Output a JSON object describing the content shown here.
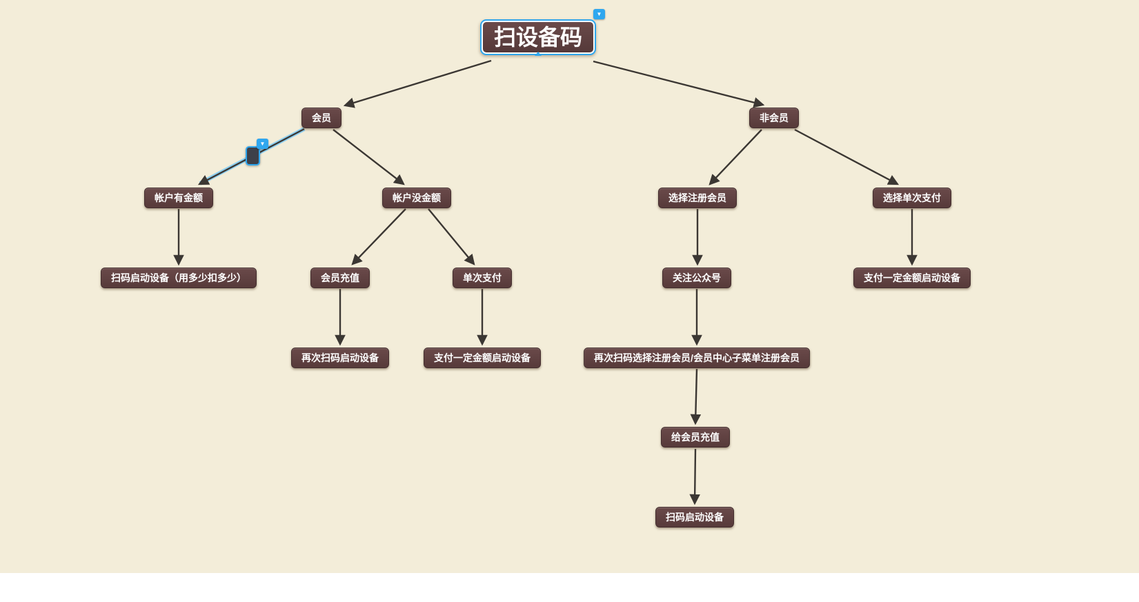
{
  "canvas": {
    "background_color": "#f3edd9",
    "node_fill_color": "#5d4040",
    "edge_color": "#3b3733",
    "selection_accent_color": "#2fa7ef"
  },
  "icons": {
    "collapse_chevron": "▼"
  },
  "nodes": {
    "root": {
      "label": "扫设备码"
    },
    "member": {
      "label": "会员"
    },
    "nonmember": {
      "label": "非会员"
    },
    "account_has": {
      "label": "帐户有金额"
    },
    "account_none": {
      "label": "帐户没金额"
    },
    "choose_register": {
      "label": "选择注册会员"
    },
    "choose_single": {
      "label": "选择单次支付"
    },
    "scan_start_deduct": {
      "label": "扫码启动设备（用多少扣多少）"
    },
    "member_recharge": {
      "label": "会员充值"
    },
    "single_pay": {
      "label": "单次支付"
    },
    "follow_official": {
      "label": "关注公众号"
    },
    "pay_amount_start_right": {
      "label": "支付一定金额启动设备"
    },
    "rescan_start": {
      "label": "再次扫码启动设备"
    },
    "pay_amount_start_mid": {
      "label": "支付一定金额启动设备"
    },
    "rescan_choose_register": {
      "label": "再次扫码选择注册会员/会员中心子菜单注册会员"
    },
    "recharge_member": {
      "label": "给会员充值"
    },
    "scan_start_device": {
      "label": "扫码启动设备"
    }
  },
  "edges": [
    {
      "from": "root",
      "to": "member",
      "selected": false
    },
    {
      "from": "root",
      "to": "nonmember",
      "selected": false
    },
    {
      "from": "member",
      "to": "account_has",
      "selected": true
    },
    {
      "from": "member",
      "to": "account_none",
      "selected": false
    },
    {
      "from": "account_has",
      "to": "scan_start_deduct",
      "selected": false
    },
    {
      "from": "account_none",
      "to": "member_recharge",
      "selected": false
    },
    {
      "from": "account_none",
      "to": "single_pay",
      "selected": false
    },
    {
      "from": "member_recharge",
      "to": "rescan_start",
      "selected": false
    },
    {
      "from": "single_pay",
      "to": "pay_amount_start_mid",
      "selected": false
    },
    {
      "from": "nonmember",
      "to": "choose_register",
      "selected": false
    },
    {
      "from": "nonmember",
      "to": "choose_single",
      "selected": false
    },
    {
      "from": "choose_register",
      "to": "follow_official",
      "selected": false
    },
    {
      "from": "choose_single",
      "to": "pay_amount_start_right",
      "selected": false
    },
    {
      "from": "follow_official",
      "to": "rescan_choose_register",
      "selected": false
    },
    {
      "from": "rescan_choose_register",
      "to": "recharge_member",
      "selected": false
    },
    {
      "from": "recharge_member",
      "to": "scan_start_device",
      "selected": false
    }
  ]
}
